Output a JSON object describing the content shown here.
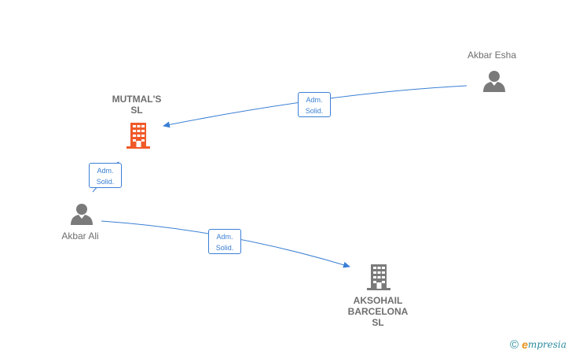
{
  "nodes": {
    "akbar_esha": {
      "name": "Akbar Esha",
      "kind": "person"
    },
    "mutmals": {
      "name_line1": "MUTMAL'S",
      "name_line2": "SL",
      "kind": "company",
      "color": "#f05a28"
    },
    "akbar_ali": {
      "name": "Akbar Ali",
      "kind": "person"
    },
    "aksohail": {
      "name_line1": "AKSOHAIL",
      "name_line2": "BARCELONA",
      "name_line3": "SL",
      "kind": "company",
      "color": "#7a7a7a"
    }
  },
  "edges": [
    {
      "from": "akbar_esha",
      "to": "mutmals",
      "label_line1": "Adm.",
      "label_line2": "Solid."
    },
    {
      "from": "akbar_ali",
      "to": "mutmals",
      "label_line1": "Adm.",
      "label_line2": "Solid."
    },
    {
      "from": "akbar_ali",
      "to": "aksohail",
      "label_line1": "Adm.",
      "label_line2": "Solid."
    }
  ],
  "colors": {
    "edge": "#3a7fd5",
    "person_icon": "#7a7a7a",
    "label_text": "#6e6e6e"
  },
  "brand": {
    "copyright_symbol": "©",
    "logo_first_letter": "e",
    "logo_rest": "mpresia"
  }
}
